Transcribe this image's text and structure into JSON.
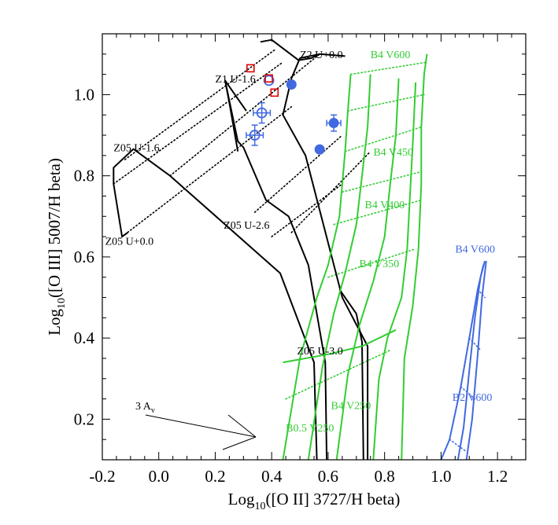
{
  "chart_data": {
    "type": "line",
    "title": "",
    "xlabel": {
      "pre": "Log",
      "sub": "10",
      "post": "([O II] 3727/H beta)"
    },
    "ylabel": {
      "pre": "Log",
      "sub": "10",
      "post": "([O III] 5007/H beta)"
    },
    "xlim": [
      -0.2,
      1.3
    ],
    "ylim": [
      0.1,
      1.15
    ],
    "xticks": [
      -0.2,
      0.0,
      0.2,
      0.4,
      0.6,
      0.8,
      1.0,
      1.2
    ],
    "xtick_labels": [
      "-0.2",
      "0.0",
      "0.2",
      "0.4",
      "0.6",
      "0.8",
      "1.0",
      "1.2"
    ],
    "yticks": [
      0.2,
      0.4,
      0.6,
      0.8,
      1.0
    ],
    "ytick_labels": [
      "0.2",
      "0.4",
      "0.6",
      "0.8",
      "1.0"
    ],
    "grid": false,
    "colors": {
      "black_grid": "#000000",
      "green_grid": "#33cc33",
      "blue_grid": "#4169e1",
      "observed": "#4169e1",
      "squares": "#dd0000"
    },
    "series": [
      {
        "id": "Z05",
        "color": "#000000",
        "style": "solid",
        "points": [
          [
            0.56,
            0.1
          ],
          [
            0.55,
            0.34
          ],
          [
            0.43,
            0.56
          ],
          [
            0.04,
            0.8
          ],
          [
            -0.09,
            0.866
          ],
          [
            -0.16,
            0.82
          ],
          [
            -0.16,
            0.78
          ],
          [
            -0.13,
            0.65
          ],
          [
            -0.11,
            0.66
          ]
        ]
      },
      {
        "id": "Z1",
        "color": "#000000",
        "style": "solid",
        "points": [
          [
            0.595,
            0.1
          ],
          [
            0.59,
            0.34
          ],
          [
            0.53,
            0.58
          ],
          [
            0.46,
            0.7
          ],
          [
            0.38,
            0.74
          ],
          [
            0.3,
            0.87
          ],
          [
            0.28,
            0.885
          ],
          [
            0.235,
            1.035
          ],
          [
            0.31,
            0.96
          ]
        ]
      },
      {
        "id": "Z2",
        "color": "#000000",
        "style": "solid",
        "points": [
          [
            0.74,
            0.1
          ],
          [
            0.74,
            0.38
          ],
          [
            0.65,
            0.5
          ],
          [
            0.52,
            0.85
          ],
          [
            0.44,
            0.95
          ],
          [
            0.47,
            1.04
          ],
          [
            0.5,
            1.09
          ],
          [
            0.57,
            1.1
          ],
          [
            0.54,
            1.09
          ],
          [
            0.495,
            1.085
          ],
          [
            0.4,
            1.135
          ],
          [
            0.36,
            1.13
          ]
        ]
      },
      {
        "id": "Z2-U0",
        "color": "#000000",
        "style": "solid",
        "points": [
          [
            0.57,
            1.1
          ],
          [
            0.66,
            1.095
          ]
        ]
      },
      {
        "id": "Z1-U-1.6",
        "color": "#000000",
        "style": "solid",
        "points": [
          [
            0.235,
            1.035
          ],
          [
            0.25,
            0.98
          ],
          [
            0.28,
            0.86
          ]
        ]
      },
      {
        "id": "Z-end",
        "color": "#000000",
        "style": "solid",
        "points": [
          [
            0.725,
            0.1
          ],
          [
            0.72,
            0.39
          ],
          [
            0.7,
            0.46
          ],
          [
            0.64,
            0.52
          ]
        ]
      },
      {
        "id": "B4-a",
        "color": "#33cc33",
        "style": "solid",
        "points": [
          [
            0.44,
            0.1
          ],
          [
            0.5,
            0.35
          ],
          [
            0.56,
            0.5
          ],
          [
            0.6,
            0.58
          ],
          [
            0.64,
            0.7
          ],
          [
            0.66,
            0.86
          ],
          [
            0.67,
            0.96
          ],
          [
            0.68,
            1.05
          ]
        ]
      },
      {
        "id": "B4-b",
        "color": "#33cc33",
        "style": "solid",
        "points": [
          [
            0.53,
            0.1
          ],
          [
            0.58,
            0.33
          ],
          [
            0.62,
            0.46
          ],
          [
            0.66,
            0.56
          ],
          [
            0.7,
            0.68
          ],
          [
            0.72,
            0.8
          ],
          [
            0.74,
            0.92
          ],
          [
            0.75,
            1.05
          ]
        ]
      },
      {
        "id": "B4-c",
        "color": "#33cc33",
        "style": "solid",
        "points": [
          [
            0.63,
            0.1
          ],
          [
            0.67,
            0.31
          ],
          [
            0.71,
            0.43
          ],
          [
            0.76,
            0.54
          ],
          [
            0.8,
            0.65
          ],
          [
            0.82,
            0.78
          ],
          [
            0.84,
            0.9
          ],
          [
            0.85,
            1.04
          ]
        ]
      },
      {
        "id": "B4-d",
        "color": "#33cc33",
        "style": "solid",
        "points": [
          [
            0.76,
            0.1
          ],
          [
            0.78,
            0.3
          ],
          [
            0.81,
            0.4
          ],
          [
            0.86,
            0.5
          ],
          [
            0.88,
            0.62
          ],
          [
            0.89,
            0.75
          ],
          [
            0.9,
            0.88
          ],
          [
            0.91,
            1.03
          ]
        ]
      },
      {
        "id": "B4-e",
        "color": "#33cc33",
        "style": "solid",
        "points": [
          [
            0.86,
            0.1
          ],
          [
            0.87,
            0.35
          ],
          [
            0.9,
            0.48
          ],
          [
            0.92,
            0.62
          ],
          [
            0.93,
            0.78
          ],
          [
            0.93,
            0.92
          ],
          [
            0.94,
            1.05
          ],
          [
            0.95,
            1.1
          ]
        ]
      },
      {
        "id": "B4-base",
        "color": "#33cc33",
        "style": "solid",
        "points": [
          [
            0.44,
            0.34
          ],
          [
            0.6,
            0.36
          ],
          [
            0.72,
            0.38
          ],
          [
            0.84,
            0.42
          ]
        ]
      },
      {
        "id": "B2-a",
        "color": "#4169e1",
        "style": "solid",
        "points": [
          [
            1.0,
            0.1
          ],
          [
            1.03,
            0.15
          ],
          [
            1.07,
            0.28
          ],
          [
            1.1,
            0.4
          ],
          [
            1.13,
            0.52
          ],
          [
            1.15,
            0.58
          ]
        ]
      },
      {
        "id": "B2-b",
        "color": "#4169e1",
        "style": "solid",
        "points": [
          [
            1.06,
            0.1
          ],
          [
            1.08,
            0.18
          ],
          [
            1.1,
            0.32
          ],
          [
            1.12,
            0.45
          ],
          [
            1.14,
            0.55
          ],
          [
            1.155,
            0.59
          ]
        ]
      },
      {
        "id": "B2-c",
        "color": "#4169e1",
        "style": "solid",
        "points": [
          [
            1.09,
            0.1
          ],
          [
            1.11,
            0.2
          ],
          [
            1.13,
            0.36
          ],
          [
            1.145,
            0.5
          ],
          [
            1.16,
            0.59
          ]
        ]
      }
    ],
    "dotted_series": [
      {
        "color": "#000000",
        "points": [
          [
            -0.13,
            0.65
          ],
          [
            0.47,
            0.97
          ]
        ]
      },
      {
        "color": "#000000",
        "points": [
          [
            -0.16,
            0.78
          ],
          [
            0.44,
            1.08
          ]
        ]
      },
      {
        "color": "#000000",
        "points": [
          [
            -0.12,
            0.84
          ],
          [
            0.41,
            1.11
          ]
        ]
      },
      {
        "color": "#000000",
        "points": [
          [
            0.04,
            0.8
          ],
          [
            0.57,
            1.1
          ]
        ]
      },
      {
        "color": "#000000",
        "points": [
          [
            0.34,
            0.71
          ],
          [
            0.65,
            0.9
          ]
        ]
      },
      {
        "color": "#000000",
        "points": [
          [
            0.47,
            0.66
          ],
          [
            0.75,
            0.86
          ]
        ]
      },
      {
        "color": "#000000",
        "points": [
          [
            0.4,
            0.65
          ],
          [
            0.65,
            0.78
          ]
        ]
      },
      {
        "color": "#33cc33",
        "points": [
          [
            0.45,
            0.25
          ],
          [
            0.82,
            0.37
          ]
        ]
      },
      {
        "color": "#33cc33",
        "points": [
          [
            0.6,
            0.55
          ],
          [
            0.91,
            0.62
          ]
        ]
      },
      {
        "color": "#33cc33",
        "points": [
          [
            0.62,
            0.68
          ],
          [
            0.93,
            0.74
          ]
        ]
      },
      {
        "color": "#33cc33",
        "points": [
          [
            0.65,
            0.76
          ],
          [
            0.93,
            0.81
          ]
        ]
      },
      {
        "color": "#33cc33",
        "points": [
          [
            0.66,
            0.86
          ],
          [
            0.93,
            0.92
          ]
        ]
      },
      {
        "color": "#33cc33",
        "points": [
          [
            0.67,
            0.96
          ],
          [
            0.94,
            1.0
          ]
        ]
      },
      {
        "color": "#33cc33",
        "points": [
          [
            0.68,
            1.05
          ],
          [
            0.95,
            1.08
          ]
        ]
      },
      {
        "color": "#4169e1",
        "points": [
          [
            1.03,
            0.15
          ],
          [
            1.09,
            0.12
          ]
        ]
      },
      {
        "color": "#4169e1",
        "points": [
          [
            1.07,
            0.28
          ],
          [
            1.12,
            0.25
          ]
        ]
      },
      {
        "color": "#4169e1",
        "points": [
          [
            1.1,
            0.4
          ],
          [
            1.14,
            0.37
          ]
        ]
      },
      {
        "color": "#4169e1",
        "points": [
          [
            1.13,
            0.52
          ],
          [
            1.155,
            0.5
          ]
        ]
      }
    ],
    "points_filled": [
      {
        "x": 0.47,
        "y": 1.025,
        "color": "#4169e1"
      },
      {
        "x": 0.62,
        "y": 0.93,
        "color": "#4169e1",
        "xerr": 0.025,
        "yerr": 0.02
      },
      {
        "x": 0.57,
        "y": 0.865,
        "color": "#4169e1"
      }
    ],
    "points_open": [
      {
        "x": 0.365,
        "y": 0.955,
        "color": "#4169e1",
        "xerr": 0.03,
        "yerr": 0.025
      },
      {
        "x": 0.34,
        "y": 0.9,
        "color": "#4169e1",
        "xerr": 0.03,
        "yerr": 0.025
      },
      {
        "x": 0.39,
        "y": 1.035,
        "color": "#4169e1"
      }
    ],
    "squares": [
      {
        "x": 0.325,
        "y": 1.065,
        "color": "#dd0000"
      },
      {
        "x": 0.39,
        "y": 1.04,
        "color": "#dd0000"
      },
      {
        "x": 0.41,
        "y": 1.005,
        "color": "#dd0000"
      }
    ],
    "annotations": [
      {
        "text": "Z2 U+0.0",
        "x": 0.5,
        "y": 1.09,
        "color": "#000000"
      },
      {
        "text": "Z1 U-1.6",
        "x": 0.2,
        "y": 1.03,
        "color": "#000000"
      },
      {
        "text": "Z05 U-1.6",
        "x": -0.16,
        "y": 0.86,
        "color": "#000000"
      },
      {
        "text": "Z05 U+0.0",
        "x": -0.19,
        "y": 0.63,
        "color": "#000000"
      },
      {
        "text": "Z05 U-2.6",
        "x": 0.23,
        "y": 0.67,
        "color": "#000000"
      },
      {
        "text": "Z05 U-3.0",
        "x": 0.49,
        "y": 0.36,
        "color": "#000000"
      },
      {
        "text": "B4 V600",
        "x": 0.75,
        "y": 1.09,
        "color": "#33cc33"
      },
      {
        "text": "B4 V450",
        "x": 0.76,
        "y": 0.85,
        "color": "#33cc33"
      },
      {
        "text": "B4 V400",
        "x": 0.73,
        "y": 0.72,
        "color": "#33cc33"
      },
      {
        "text": "B4 V350",
        "x": 0.71,
        "y": 0.575,
        "color": "#33cc33"
      },
      {
        "text": "B4 V250",
        "x": 0.61,
        "y": 0.225,
        "color": "#33cc33"
      },
      {
        "text": "B0.5 V250",
        "x": 0.45,
        "y": 0.17,
        "color": "#33cc33"
      },
      {
        "text": "B4 V600",
        "x": 1.05,
        "y": 0.61,
        "color": "#4169e1"
      },
      {
        "text": "B2 V600",
        "x": 1.04,
        "y": 0.245,
        "color": "#4169e1"
      }
    ],
    "reddening_label": "3 A",
    "reddening_sub": "v"
  }
}
